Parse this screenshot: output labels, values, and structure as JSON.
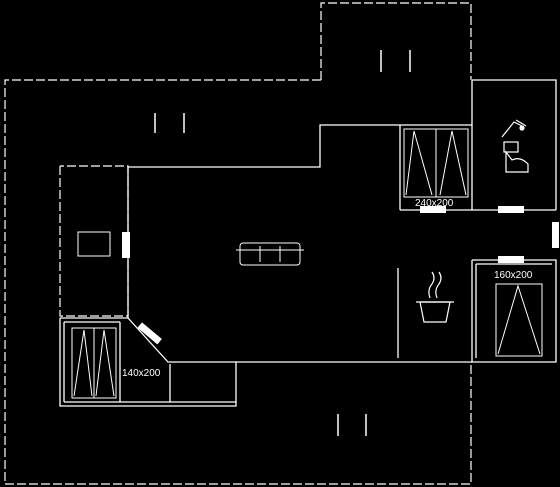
{
  "plan": {
    "rooms": [
      {
        "id": "bedroom-top",
        "bed_size": "240x200"
      },
      {
        "id": "bedroom-right",
        "bed_size": "160x200"
      },
      {
        "id": "bedroom-bottom-left",
        "bed_size": "140x200"
      }
    ]
  },
  "colors": {
    "background": "#000000",
    "line": "#ffffff"
  },
  "icons": [
    "sofa-icon",
    "cooking-pot-icon",
    "shower-icon",
    "toilet-icon",
    "window-marker-icon",
    "door-icon"
  ]
}
